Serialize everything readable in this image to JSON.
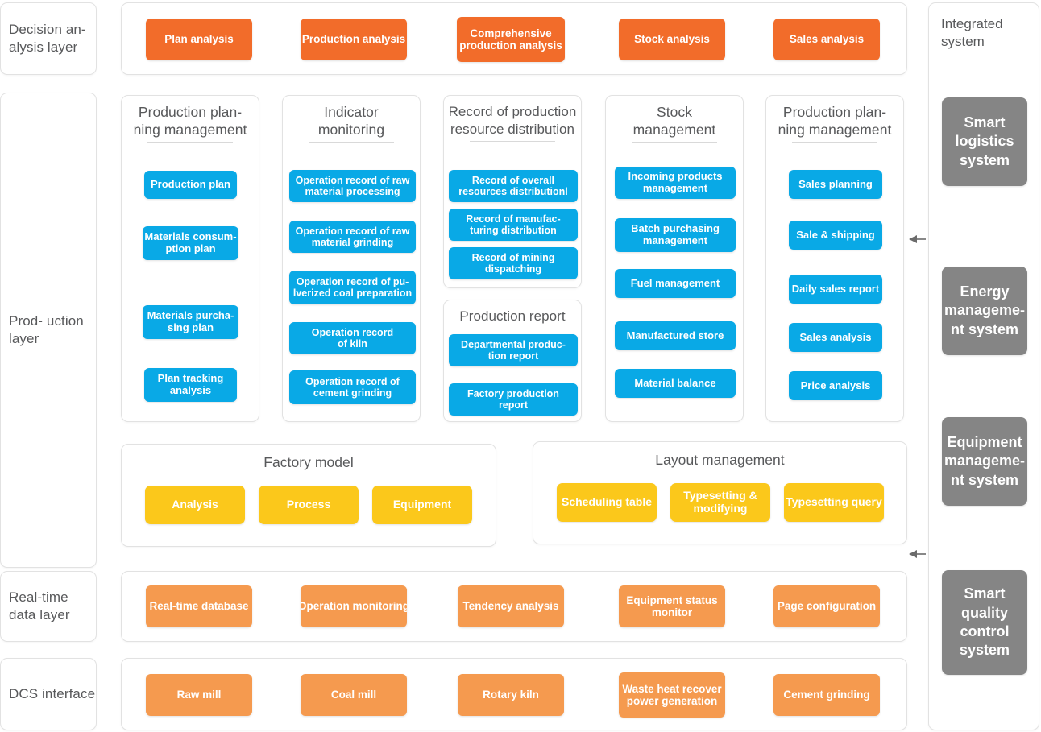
{
  "layers": [
    {
      "id": "decision",
      "label": "Decision an-\nalysis  layer"
    },
    {
      "id": "production",
      "label": "Prod-\nuction\nlayer"
    },
    {
      "id": "realtime",
      "label": "Real-time\ndata layer"
    },
    {
      "id": "dcs",
      "label": "DCS\ninterface"
    }
  ],
  "decision_layer": {
    "items": [
      {
        "label": "Plan analysis"
      },
      {
        "label": "Production analysis"
      },
      {
        "label": "Comprehensive production analysis"
      },
      {
        "label": "Stock analysis"
      },
      {
        "label": "Sales analysis"
      }
    ]
  },
  "production_layer": {
    "columns": [
      {
        "title": "Production plan-\nning management",
        "items": [
          {
            "label": "Production plan"
          },
          {
            "label": "Materials consum-\nption plan"
          },
          {
            "label": "Materials purcha-\nsing plan"
          },
          {
            "label": "Plan tracking\nanalysis"
          }
        ]
      },
      {
        "title": "Indicator\nmonitoring",
        "items": [
          {
            "label": "Operation record of raw material processing"
          },
          {
            "label": "Operation record of raw material grinding"
          },
          {
            "label": "Operation record of pu-lverized coal preparation"
          },
          {
            "label": "Operation record\nof kiln"
          },
          {
            "label": "Operation record of\ncement grinding"
          }
        ]
      },
      {
        "title": "Record of production\nresource distribution",
        "items": [
          {
            "label": "Record of overall\nresources distributionl"
          },
          {
            "label": "Record of manufac-\nturing distribution"
          },
          {
            "label": "Record of mining\ndispatching"
          }
        ]
      },
      {
        "title": "Stock\nmanagement",
        "items": [
          {
            "label": "Incoming products\nmanagement"
          },
          {
            "label": "Batch purchasing\nmanagement"
          },
          {
            "label": "Fuel management"
          },
          {
            "label": "Manufactured store"
          },
          {
            "label": "Material balance"
          }
        ]
      },
      {
        "title": "Production plan-\nning management",
        "items": [
          {
            "label": "Sales planning"
          },
          {
            "label": "Sale & shipping"
          },
          {
            "label": "Daily sales report"
          },
          {
            "label": "Sales analysis"
          },
          {
            "label": "Price analysis"
          }
        ]
      }
    ],
    "production_report": {
      "title": "Production report",
      "items": [
        {
          "label": "Departmental produc-\ntion report"
        },
        {
          "label": "Factory production\nreport"
        }
      ]
    },
    "factory_model": {
      "title": "Factory model",
      "items": [
        {
          "label": "Analysis"
        },
        {
          "label": "Process"
        },
        {
          "label": "Equipment"
        }
      ]
    },
    "layout_management": {
      "title": "Layout management",
      "items": [
        {
          "label": "Scheduling table"
        },
        {
          "label": "Typesetting &\nmodifying"
        },
        {
          "label": "Typesetting query"
        }
      ]
    }
  },
  "realtime_layer": {
    "items": [
      {
        "label": "Real-time database"
      },
      {
        "label": "Operation monitoring"
      },
      {
        "label": "Tendency analysis"
      },
      {
        "label": "Equipment status\nmonitor"
      },
      {
        "label": "Page configuration"
      }
    ]
  },
  "dcs_layer": {
    "items": [
      {
        "label": "Raw mill"
      },
      {
        "label": "Coal mill"
      },
      {
        "label": "Rotary kiln"
      },
      {
        "label": "Waste heat recover\npower generation"
      },
      {
        "label": "Cement grinding"
      }
    ]
  },
  "integrated_system": {
    "title": "Integrated\nsystem",
    "items": [
      {
        "label": "Smart\nlogistics\nsystem"
      },
      {
        "label": "Energy\nmanageme-\nnt system"
      },
      {
        "label": "Equipment\nmanageme-\nnt system"
      },
      {
        "label": "Smart\nquality\ncontrol\nsystem"
      }
    ]
  },
  "connectors": [
    {
      "name": "arrow-production-to-integrated",
      "direction": "left"
    },
    {
      "name": "arrow-layout-to-integrated",
      "direction": "left"
    }
  ],
  "colors": {
    "orange": "#F26C2A",
    "light_orange": "#F59A4F",
    "blue": "#09A9E6",
    "yellow": "#FBC81B",
    "grey": "#858585",
    "text_grey": "#58595b",
    "panel_border": "#e2e2e2"
  }
}
